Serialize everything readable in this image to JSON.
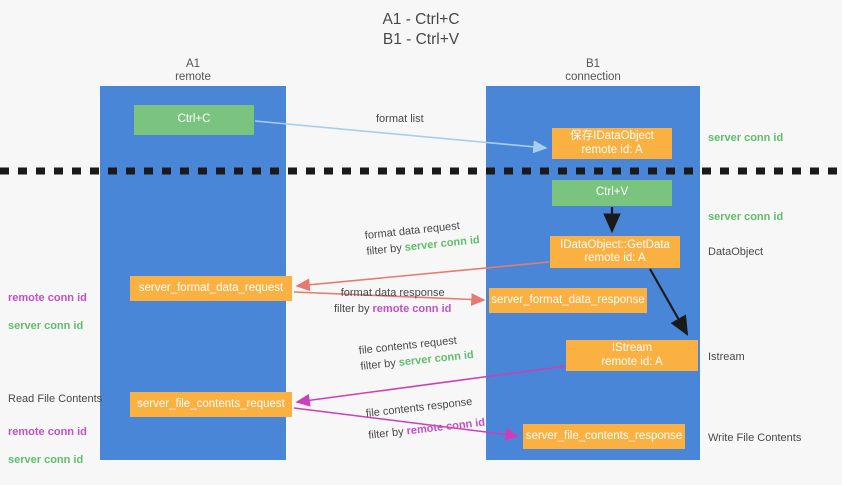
{
  "title": "A1 - Ctrl+C\nB1 - Ctrl+V",
  "lanes": [
    {
      "name": "A1",
      "sub": "remote",
      "header": "A1\nremote"
    },
    {
      "name": "B1",
      "sub": "connection",
      "header": "B1\nconnection"
    }
  ],
  "boxes": {
    "ctrl_c": {
      "label": "Ctrl+C",
      "color": "#7bc47f"
    },
    "idataobject": {
      "line1": "保存IDataObject",
      "line2": "remote id: A",
      "color": "#fbb042"
    },
    "ctrl_v": {
      "label": "Ctrl+V",
      "color": "#7bc47f"
    },
    "getdata": {
      "line1": "IDataObject::GetData",
      "line2": "remote id: A",
      "color": "#fbb042"
    },
    "server_format_data_request": {
      "label": "server_format_data_request",
      "color": "#fbb042"
    },
    "server_format_data_response": {
      "label": "server_format_data_response",
      "color": "#fbb042"
    },
    "istream": {
      "line1": "IStream",
      "line2": "remote id: A",
      "color": "#fbb042"
    },
    "server_file_contents_request": {
      "label": "server_file_contents_request",
      "color": "#fbb042"
    },
    "server_file_contents_response": {
      "label": "server_file_contents_response",
      "color": "#fbb042"
    }
  },
  "arrow_labels": {
    "format_list": {
      "text": "format list"
    },
    "format_data_request": {
      "line1": "format data request",
      "filter_prefix": "filter by ",
      "filter_value": "server conn id"
    },
    "format_data_response": {
      "line1": "format data response",
      "filter_prefix": "filter by ",
      "filter_value": "remote conn id"
    },
    "file_contents_request": {
      "line1": "file contents request",
      "filter_prefix": "filter by ",
      "filter_value": "server conn id"
    },
    "file_contents_response": {
      "line1": "file contents response",
      "filter_prefix": "filter by ",
      "filter_value": "remote conn id"
    }
  },
  "right_labels": {
    "server_conn_id_top": "server conn id",
    "server_conn_id_mid": "server conn id",
    "dataobject": "DataObject",
    "istream": "Istream",
    "write_file_contents": "Write File Contents"
  },
  "left_labels": {
    "remote_conn_id_1": "remote conn id",
    "server_conn_id_1": "server conn id",
    "read_file_contents": "Read File Contents",
    "remote_conn_id_2": "remote conn id",
    "server_conn_id_2": "server conn id"
  },
  "colors": {
    "lane": "#4a86d8",
    "green_box": "#7bc47f",
    "orange_box": "#fbb042",
    "green_text": "#61bd6d",
    "purple_text": "#c050c8",
    "arrow_lightblue": "#a6cfef",
    "arrow_red": "#e8796f",
    "arrow_magenta": "#cc3fbb",
    "arrow_black": "#1a1a1a",
    "background": "#f7f7f7"
  },
  "divider": {
    "style": "dashed",
    "color": "#1a1a1a"
  }
}
